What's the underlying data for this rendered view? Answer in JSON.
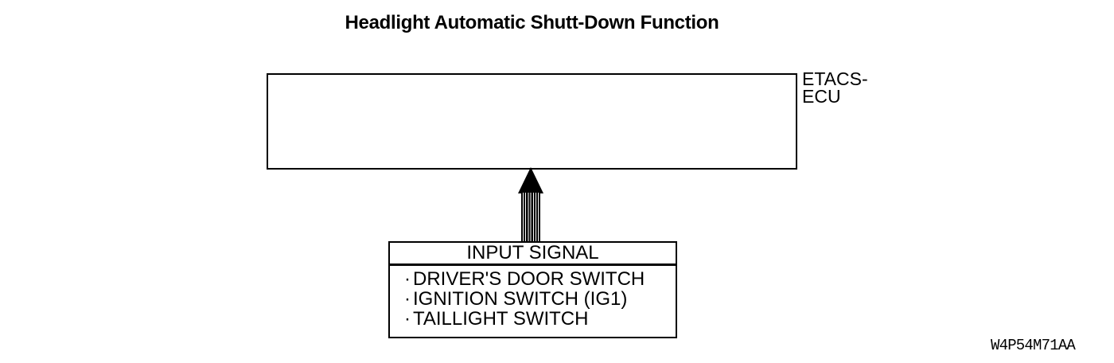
{
  "diagram": {
    "title": "Headlight Automatic Shutt-Down Function",
    "ecu_box": {
      "label": "ETACS-\nECU"
    },
    "arrow": {
      "direction": "up",
      "style": "striped-shaft-solid-head"
    },
    "input_box": {
      "header": "INPUT SIGNAL",
      "bullet": "·",
      "items": [
        "DRIVER'S DOOR SWITCH",
        "IGNITION SWITCH (IG1)",
        "TAILLIGHT SWITCH"
      ]
    },
    "figure_code": "W4P54M71AA",
    "colors": {
      "background": "#ffffff",
      "foreground": "#000000"
    }
  }
}
